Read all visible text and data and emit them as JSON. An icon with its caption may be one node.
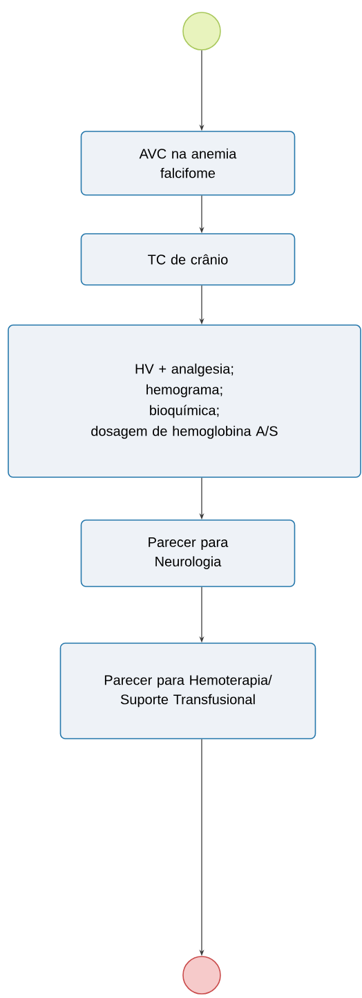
{
  "diagram": {
    "nodes": [
      {
        "text": [],
        "shape": "circle"
      },
      {
        "text": [
          "AVC na anemia falcifome"
        ]
      },
      {
        "text": [
          "TC de crânio"
        ]
      },
      {
        "text": [
          "HV + analgesia;",
          "hemograma;",
          "bioquímica;",
          "dosagem de hemoglobina A/S"
        ]
      },
      {
        "text": [
          "Parecer para Neurologia"
        ]
      },
      {
        "text": [
          "Parecer para Hemoterapia/ Suporte Transfusional"
        ]
      },
      {
        "text": [],
        "shape": "circle"
      }
    ],
    "edges": [
      {
        "from": 0,
        "to": 1,
        "arrow": "to"
      },
      {
        "from": 1,
        "to": 2,
        "arrow": "to"
      },
      {
        "from": 2,
        "to": 3,
        "arrow": "to"
      },
      {
        "from": 3,
        "to": 4,
        "arrow": "to"
      },
      {
        "from": 4,
        "to": 5,
        "arrow": "to"
      },
      {
        "from": 5,
        "to": 6,
        "arrow": "to"
      }
    ]
  }
}
